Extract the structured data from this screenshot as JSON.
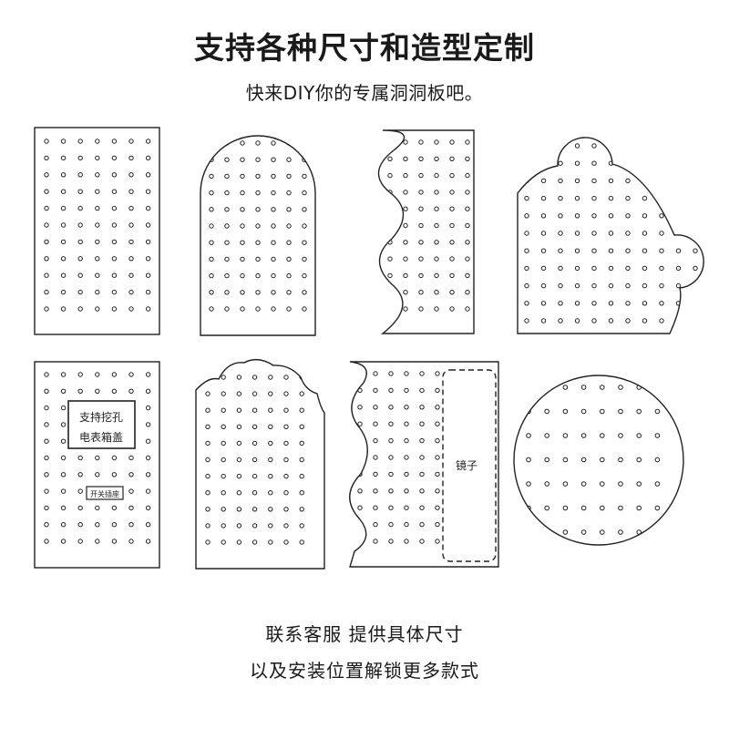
{
  "header": {
    "title": "支持各种尺寸和造型定制",
    "subtitle": "快来DIY你的专属洞洞板吧。"
  },
  "labels": {
    "cutout": [
      "支持挖孔",
      "电表箱盖"
    ],
    "switch": "开关插座",
    "mirror": "镜子"
  },
  "footer": {
    "line1": "联系客服  提供具体尺寸",
    "line2": "以及安装位置解锁更多款式"
  },
  "colors": {
    "stroke": "#222222",
    "background": "#ffffff"
  }
}
